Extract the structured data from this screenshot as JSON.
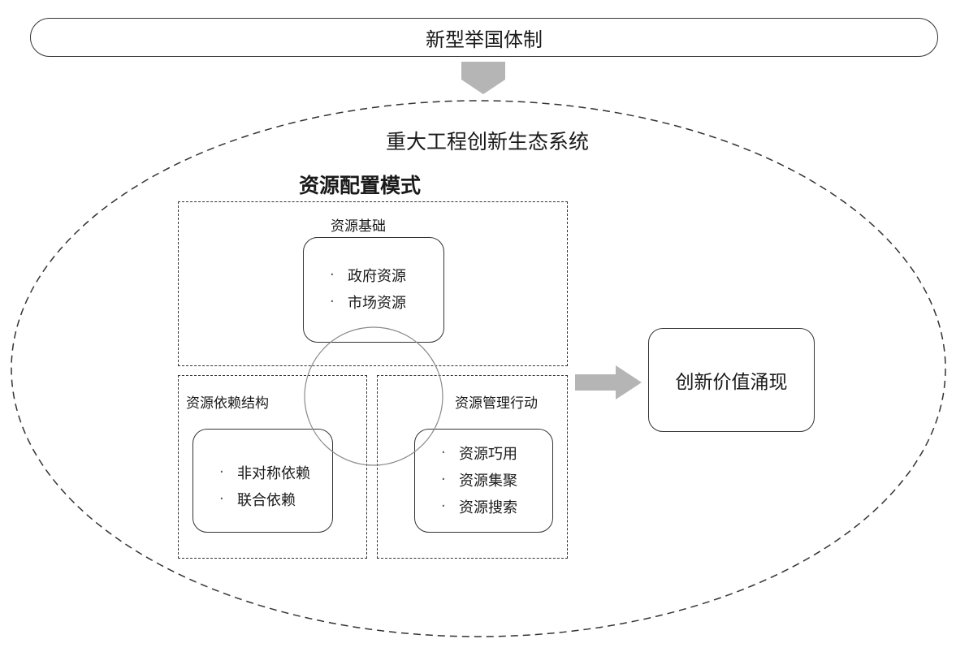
{
  "top_banner": "新型举国体制",
  "ecosystem_title": "重大工程创新生态系统",
  "model_title": "资源配置模式",
  "resource_base": {
    "label": "资源基础",
    "items": [
      "政府资源",
      "市场资源"
    ]
  },
  "resource_dependency": {
    "label": "资源依赖结构",
    "items": [
      "非对称依赖",
      "联合依赖"
    ]
  },
  "resource_management": {
    "label": "资源管理行动",
    "items": [
      "资源巧用",
      "资源集聚",
      "资源搜索"
    ]
  },
  "outcome": "创新价值涌现",
  "colors": {
    "arrow": "#b5b5b5",
    "line": "#333333"
  }
}
